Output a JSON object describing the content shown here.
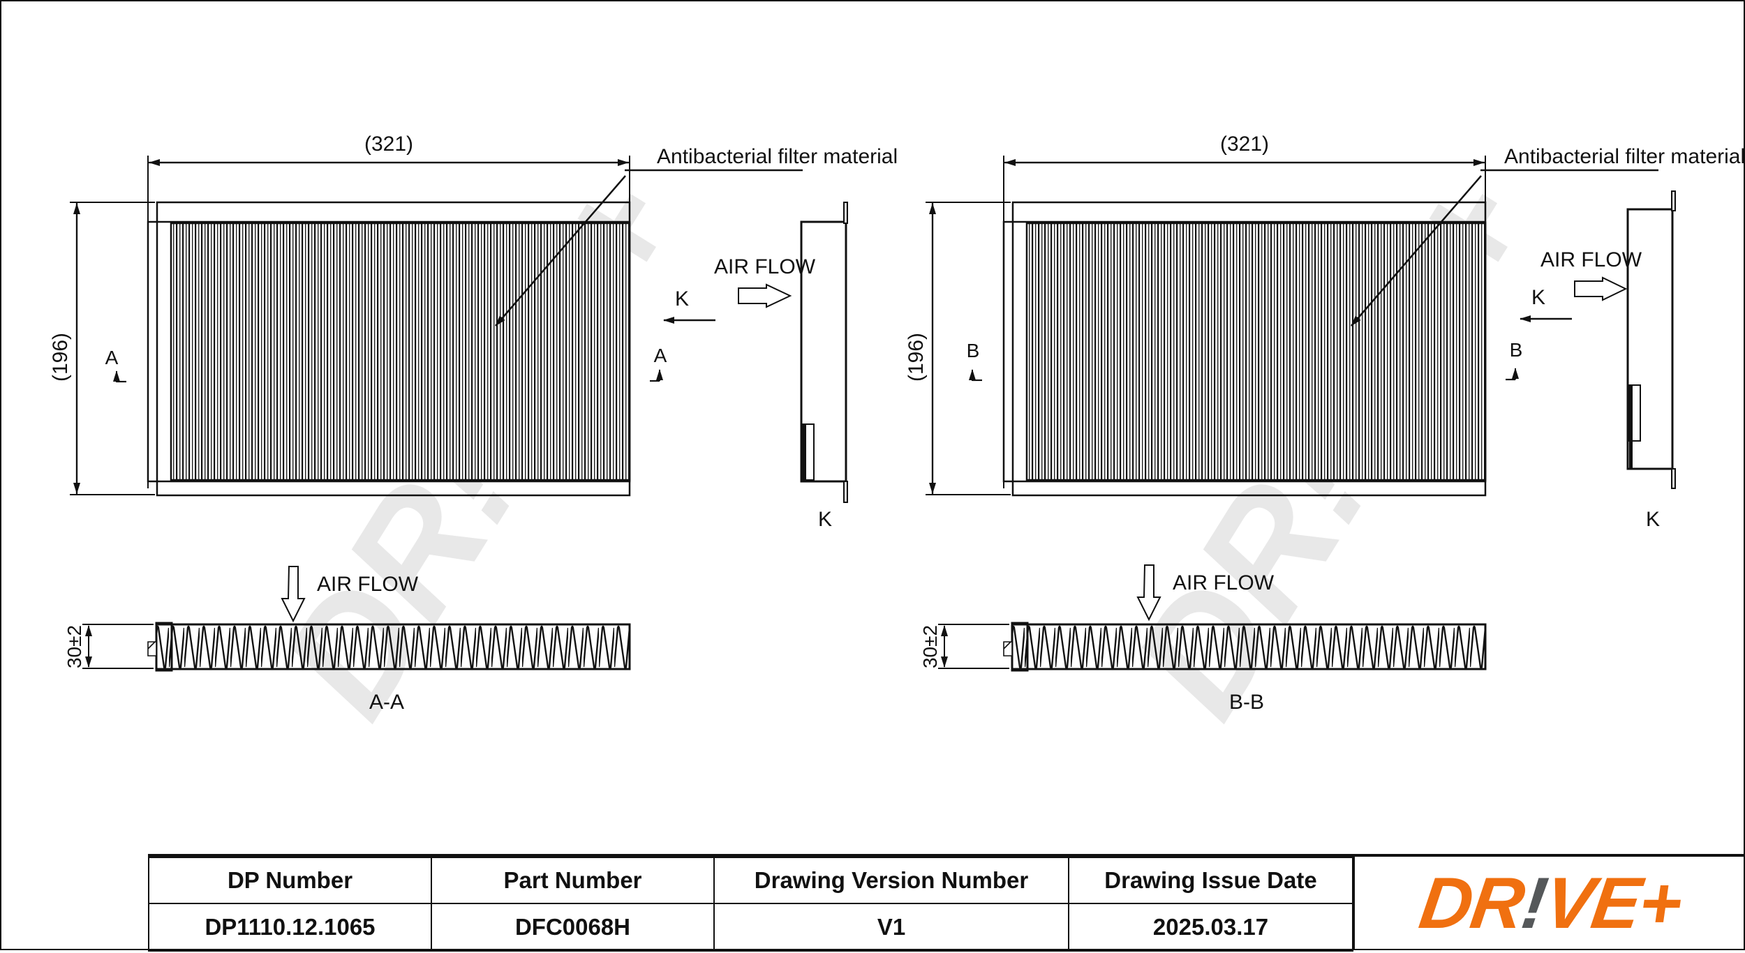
{
  "watermark": {
    "text": "DR!VE+",
    "color": "#e6e6e6"
  },
  "views": {
    "left": {
      "width_dim": "(321)",
      "height_dim": "(196)",
      "material_callout": "Antibacterial filter material",
      "section_marker": "A",
      "air_flow_label": "AIR FLOW",
      "side_view_letter": "K",
      "side_view_caption": "K",
      "section_thickness_dim": "30±2",
      "section_air_flow_label": "AIR FLOW",
      "section_caption": "A-A"
    },
    "right": {
      "width_dim": "(321)",
      "height_dim": "(196)",
      "material_callout": "Antibacterial filter material",
      "section_marker": "B",
      "air_flow_label": "AIR FLOW",
      "side_view_letter": "K",
      "side_view_caption": "K",
      "section_thickness_dim": "30±2",
      "section_air_flow_label": "AIR FLOW",
      "section_caption": "B-B"
    }
  },
  "title_block": {
    "headers": [
      "DP Number",
      "Part Number",
      "Drawing Version Number",
      "Drawing Issue Date"
    ],
    "values": [
      "DP1110.12.1065",
      "DFC0068H",
      "V1",
      "2025.03.17"
    ],
    "logo": {
      "part1": "DR",
      "part2": "!",
      "part3": "VE+",
      "orange": "#f07010",
      "gray": "#55585a"
    }
  }
}
